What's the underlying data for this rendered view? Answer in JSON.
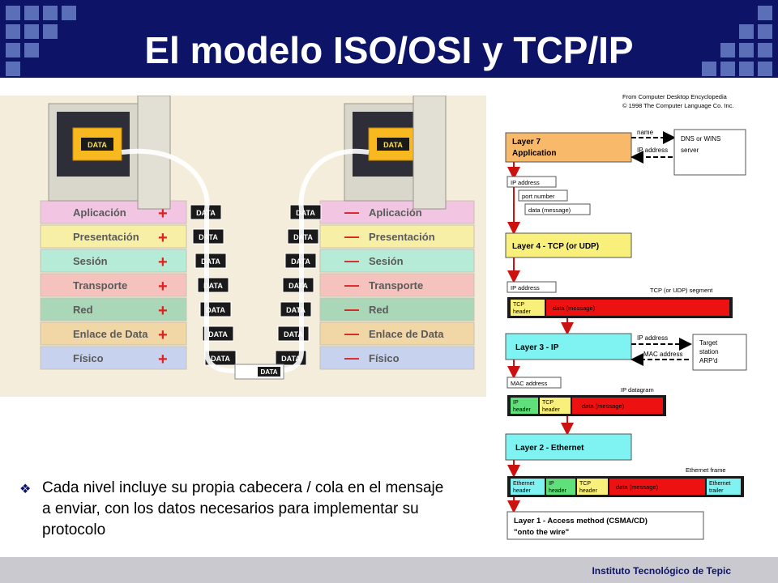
{
  "slide": {
    "title": "El modelo ISO/OSI y TCP/IP",
    "footer": "Instituto Tecnológico de Tepic",
    "bullet_icon": "diamond-bullet-icon",
    "bullet": "Cada nivel incluye su propia cabecera / cola en el mensaje a enviar, con los datos necesarios para implementar su protocolo"
  },
  "osi": {
    "data_label": "DATA",
    "layers": [
      "Aplicación",
      "Presentación",
      "Sesión",
      "Transporte",
      "Red",
      "Enlace de Data",
      "Físico"
    ],
    "add_sign": "+",
    "remove_sign": "—",
    "colors": [
      "#f2c6e2",
      "#f8efa6",
      "#b6ebd8",
      "#f6c2bd",
      "#a9d7b8",
      "#f1d7a6",
      "#c7d2ee"
    ]
  },
  "tcpip": {
    "credit_1": "From Computer Desktop Encyclopedia",
    "credit_2": "© 1998 The Computer Language Co. Inc.",
    "layer7_line1": "Layer 7",
    "layer7_line2": "Application",
    "name": "name",
    "ip_address": "IP address",
    "dns_line1": "DNS or WINS",
    "dns_line2": "server",
    "port_number": "port number",
    "data_message": "data (message)",
    "layer4": "Layer 4 - TCP (or UDP)",
    "segment": "TCP (or UDP) segment",
    "tcp": "TCP",
    "header": "header",
    "layer3": "Layer 3 - IP",
    "mac_address": "MAC address",
    "target_1": "Target",
    "target_2": "station",
    "target_3": "ARP'd",
    "ip_datagram": "IP datagram",
    "ip": "IP",
    "layer2": "Layer 2 - Ethernet",
    "ethernet_frame": "Ethernet frame",
    "ethernet": "Ethernet",
    "trailer": "trailer",
    "layer1_line1": "Layer 1 - Access method (CSMA/CD)",
    "layer1_line2": "\"onto the wire\"",
    "colors": {
      "orange": "#f8b96a",
      "yellow": "#f8f07a",
      "cyan": "#7ff2f2",
      "green": "#5fe07a",
      "red": "#ee1111"
    }
  }
}
